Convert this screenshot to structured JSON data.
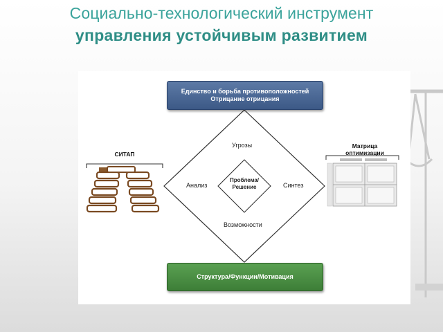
{
  "title": {
    "line1": "Социально-технологический инструмент",
    "line2": "управления устойчивым развитием"
  },
  "diagram": {
    "top_box": {
      "line1": "Единство и борьба противоположностей",
      "line2": "Отрицание отрицания"
    },
    "bottom_box": "Структура/Функции/Мотивация",
    "diamond": {
      "top": "Угрозы",
      "left": "Анализ",
      "right": "Синтез",
      "bottom": "Возможности",
      "center_line1": "Проблема/",
      "center_line2": "Решение"
    },
    "left_block": {
      "label": "СИТАП"
    },
    "right_block": {
      "label_line1": "Матрица",
      "label_line2": "оптимизации"
    }
  },
  "colors": {
    "title_teal": "#3aa39b",
    "top_box_blue": "#3c5986",
    "bottom_box_green": "#3d7e37",
    "sitap_brown": "#7a4a22"
  }
}
